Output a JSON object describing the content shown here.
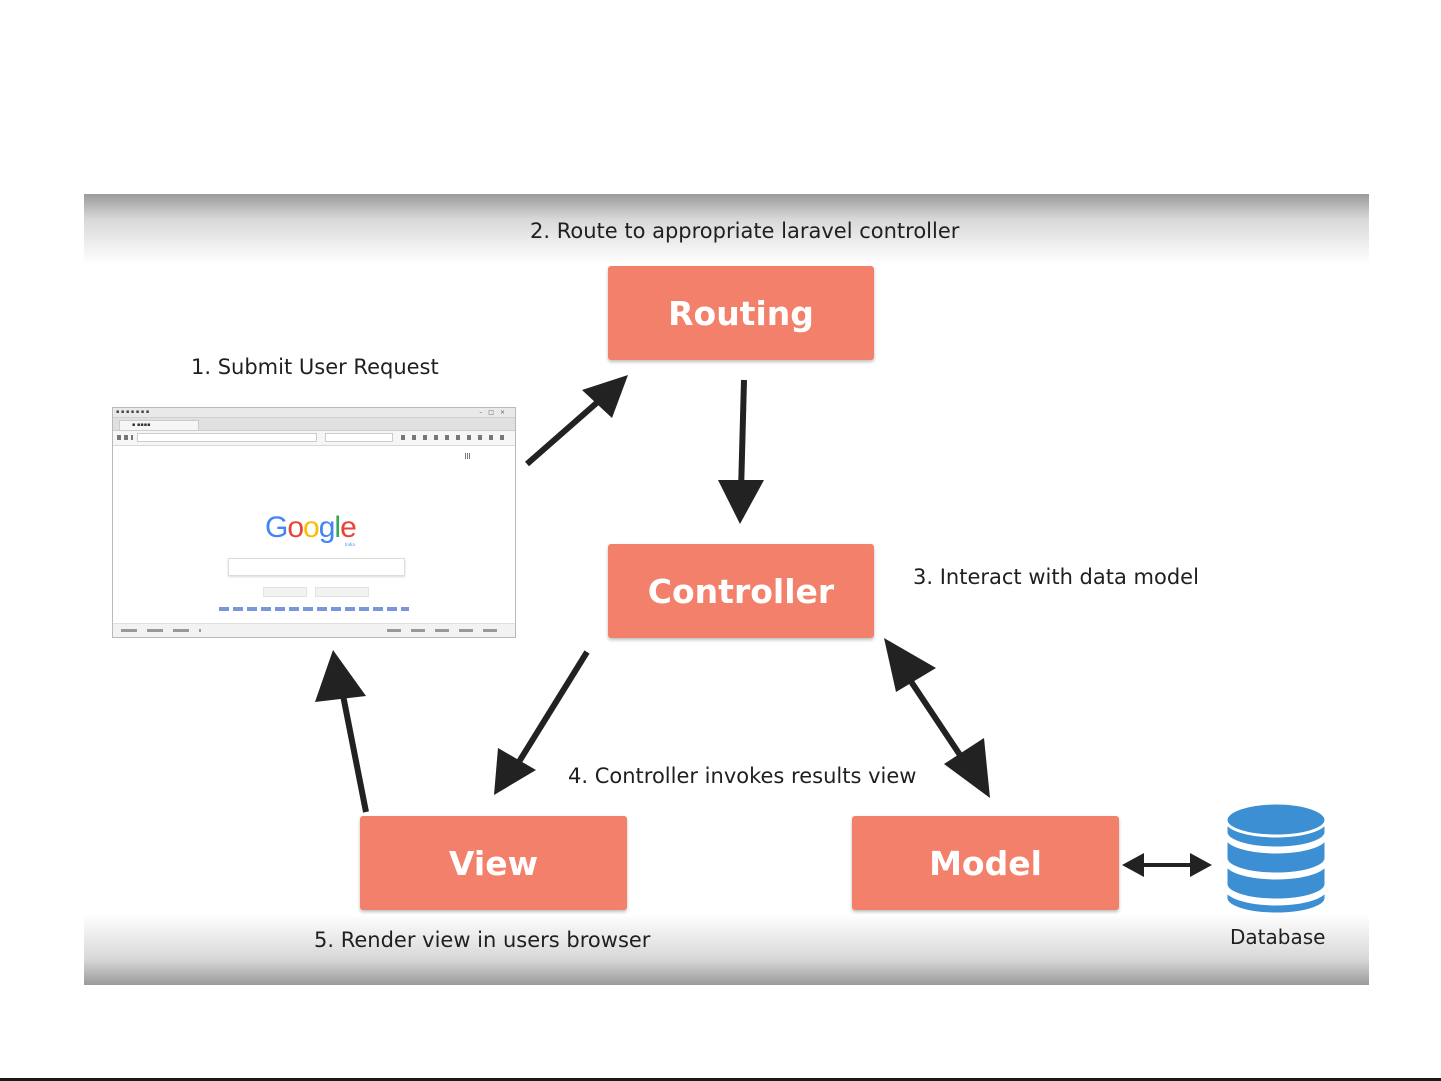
{
  "steps": {
    "s1": "1. Submit User Request",
    "s2": "2. Route to appropriate laravel controller",
    "s3": "3. Interact with data model",
    "s4": "4. Controller invokes results view",
    "s5": "5. Render view in users browser"
  },
  "boxes": {
    "routing": "Routing",
    "controller": "Controller",
    "view": "View",
    "model": "Model"
  },
  "database": {
    "label": "Database",
    "color": "#3d8fd3",
    "icon": "database-icon"
  },
  "browser_screenshot": {
    "logo_text": "Google",
    "logo_sub": "India"
  },
  "colors": {
    "box_fill": "#f2806a",
    "box_text": "#ffffff",
    "arrow": "#222222"
  }
}
